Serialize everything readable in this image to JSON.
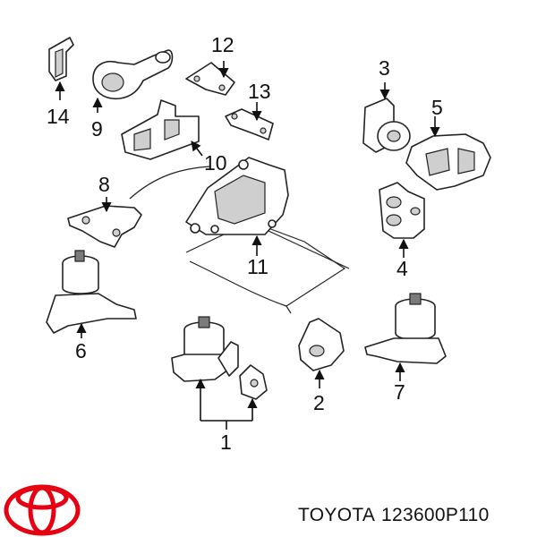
{
  "callouts": {
    "c1": "1",
    "c2": "2",
    "c3": "3",
    "c4": "4",
    "c5": "5",
    "c6": "6",
    "c7": "7",
    "c8": "8",
    "c9": "9",
    "c10": "10",
    "c11": "11",
    "c12": "12",
    "c13": "13",
    "c14": "14"
  },
  "footer": {
    "brand": "TOYOTA",
    "part_number": "123600P110",
    "logo_color": "#e60012"
  }
}
